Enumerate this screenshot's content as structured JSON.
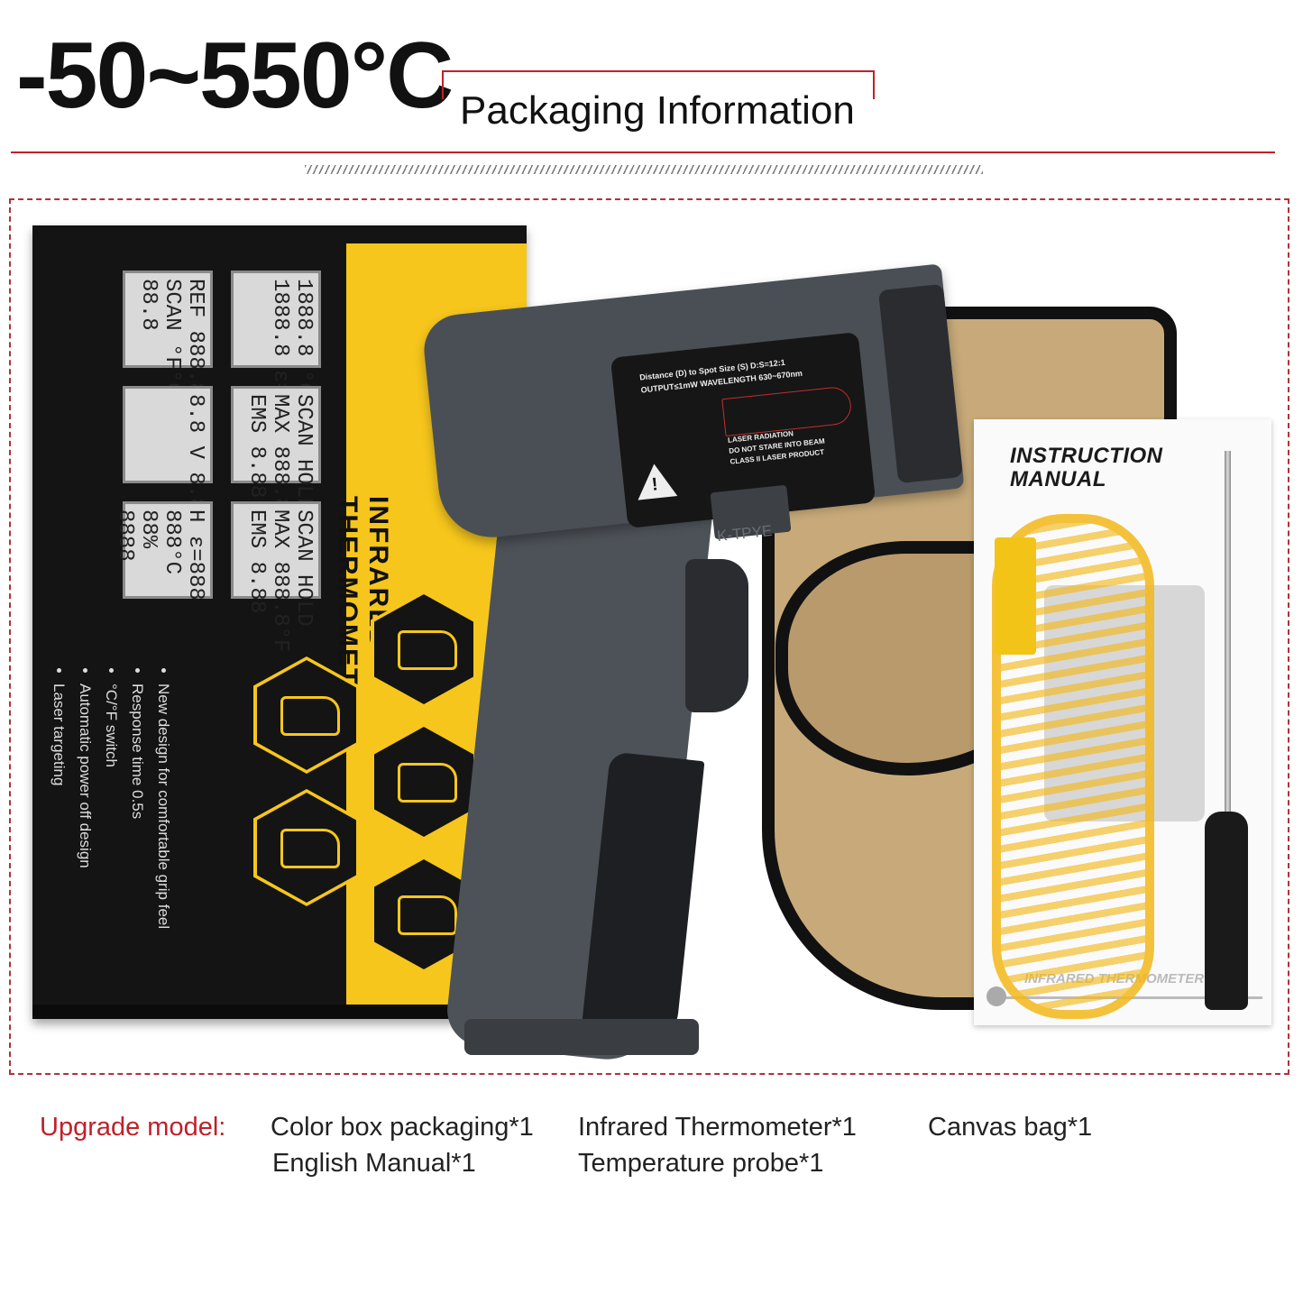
{
  "header": {
    "range": "-50~550°C",
    "subtitle": "Packaging Information"
  },
  "box": {
    "title_line1": "INFRARED",
    "title_line2": "THERMOMETER",
    "lcd_panels": [
      "REF 888.8\nSCAN °F°C\n88.8",
      "1888.8 °C\n1888.8 ε=8.88",
      "8.8 V 8.88",
      "SCAN HOLD\nMAX 888.8°F\nEMS 8.88",
      "H ε=888\n888°C\n88%\n8888",
      "SCAN HOLD\nMAX 888.8°F\nEMS 8.88"
    ],
    "features": [
      "New design for comfortable grip feel",
      "Response time 0.5s",
      "°C/°F switch",
      "Automatic power off design",
      "Laser targeting"
    ]
  },
  "device": {
    "label_line1": "Distance (D) to Spot Size (S)    D:S=12:1",
    "label_line2": "OUTPUT≤1mW   WAVELENGTH 630~670nm",
    "label_line3": "LASER RADIATION",
    "label_line4": "DO NOT STARE INTO BEAM",
    "label_line5": "CLASS II LASER PRODUCT",
    "port_label": "K-TPYE"
  },
  "manual": {
    "title_line1": "INSTRUCTION",
    "title_line2": "MANUAL",
    "footer_text": "INFRARED THERMOMETER"
  },
  "footer": {
    "lead": "Upgrade model:",
    "items": [
      "Color box packaging*1",
      "Infrared Thermometer*1",
      "Canvas bag*1",
      "English Manual*1",
      "Temperature probe*1"
    ]
  },
  "colors": {
    "accent_red": "#c0202a",
    "box_yellow": "#f6c61c",
    "probe_yellow": "#f3b81a"
  }
}
